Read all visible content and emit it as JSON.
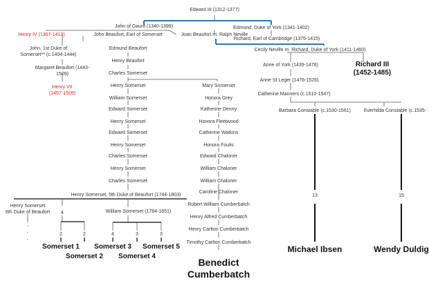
{
  "nodes": {
    "edward3": "Edward III (1312-1377)",
    "gaunt": "John of Gaunt (1340-1399)",
    "edmund_york": "Edmund, Duke of York (1341-1402)",
    "henry4": "Henry IV (1367-1413)",
    "john_beaufort_earl": "John Beaufort, Earl of Somerset",
    "joan_beaufort": "Joan Beaufort m. Ralph Neville",
    "richard_cambridge": "Richard, Earl of Cambridge (1375-1415)",
    "john_somerset_1": "John, 1st Duke of Somerset** (c.1404-1444)",
    "edmund_beaufort": "Edmund Beaufort",
    "cecily": "Cecily Neville m. Richard, Duke of York (1411-1460)",
    "henry_beaufort": "Henry Beaufort",
    "margaret_beaufort": "Margaret Beaufort (1443-1509)",
    "anne_york": "Anne of York (1439-1476)",
    "richard3_name": "Richard III",
    "richard3_dates": "(1452-1485)",
    "charles_somerset_1": "Charles Somerset",
    "henry7_name": "Henry VII",
    "henry7_dates": "(1457-1509)",
    "anne_stleger": "Anne St Leger (1476-1526)",
    "henry_somerset_1": "Henry Somerset",
    "mary_somerset": "Mary Somerset",
    "catherine_manners": "Catherine Manners (c.1510-1547)",
    "william_somerset_1": "William Somerset",
    "honora_grey": "Honora Grey",
    "edward_somerset_1": "Edward Somerset",
    "katherine_denny": "Katherine Denny",
    "barbara_constable": "Barbara Constable (c.1530-1561)",
    "everhilda_constable": "Everhilda Constable (c.1535-",
    "henry_somerset_2": "Henry Somerset",
    "honora_fleetwood": "Honora Fleetwood",
    "edward_somerset_2": "Edward Somerset",
    "catherine_watkins": "Catherine Watkins",
    "henry_somerset_3": "Henry Somerset",
    "honora_foulis": "Honora Foulis",
    "charles_somerset_2": "Charles Somerset",
    "edward_chaloner": "Edward Chaloner",
    "henry_somerset_4": "Henry Somerset",
    "william_chaloner_1": "William Chaloner",
    "charles_somerset_3": "Charles Somerset",
    "william_chaloner_2": "William Chaloner",
    "caroline_chaloner": "Caroline Chaloner",
    "henry_somerset_5th": "Henry Somerset, 5th Duke of Beaufort (1744-1803)",
    "henry_somerset_6th_a": "Henry Somerset",
    "henry_somerset_6th_b": "6th Duke of Beaufort",
    "robert_william_cumberbatch": "Robert William Cumberbatch",
    "william_somerset_1784": "William Somerset (1784-1851)",
    "henry_alfred_cumberbatch": "Henry Alfred Cumberbatch",
    "henry_carlton_cumberbatch": "Henry Carlton Cumberbatch",
    "timothy_carlton_cumberbatch": "Timothy Carlton Cumberbatch",
    "benedict_line1": "Benedict",
    "benedict_line2": "Cumberbatch",
    "michael_ibsen": "Michael Ibsen",
    "wendy_duldig": "Wendy Duldig",
    "somerset_1": "Somerset 1",
    "somerset_2": "Somerset 2",
    "somerset_3": "Somerset 3",
    "somerset_4": "Somerset 4",
    "somerset_5": "Somerset 5"
  },
  "generation_counts": {
    "c4_left": "4",
    "c2_a": "2",
    "c2_b": "2",
    "c4_mid": "4",
    "c3_a": "3",
    "c3_b": "3",
    "c13": "13",
    "c15": "15"
  },
  "ellipsis": "·",
  "colors": {
    "line": "#555555",
    "marriage_line": "#2e75b6",
    "royal_text": "#e0221e",
    "text": "#333333"
  }
}
